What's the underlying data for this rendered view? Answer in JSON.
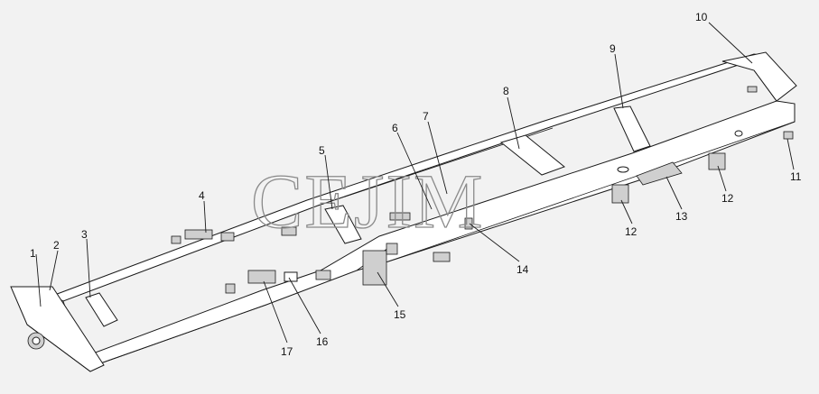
{
  "watermark": "CEJIM",
  "callouts": [
    "1",
    "2",
    "3",
    "4",
    "5",
    "6",
    "7",
    "8",
    "9",
    "10",
    "11",
    "12",
    "12",
    "13",
    "14",
    "15",
    "16",
    "17"
  ]
}
